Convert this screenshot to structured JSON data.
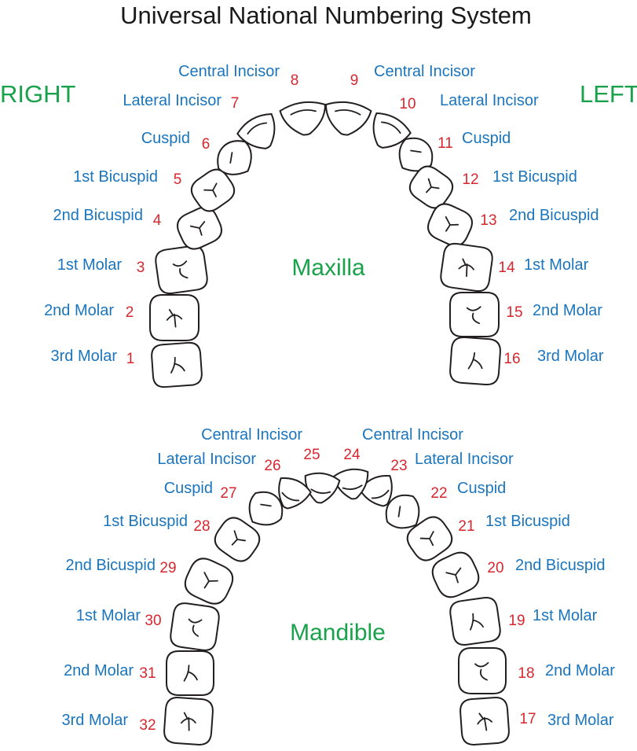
{
  "title": "Universal National Numbering System",
  "sides": {
    "right": "RIGHT",
    "left": "LEFT"
  },
  "arches": {
    "upper": "Maxilla",
    "lower": "Mandible"
  },
  "colors": {
    "name": "#1b75bc",
    "number": "#d7262e",
    "green": "#1aa14b",
    "outline": "#231f20",
    "title": "#1a1a1a"
  },
  "teeth": [
    {
      "number": "1",
      "name": "3rd Molar"
    },
    {
      "number": "2",
      "name": "2nd Molar"
    },
    {
      "number": "3",
      "name": "1st Molar"
    },
    {
      "number": "4",
      "name": "2nd Bicuspid"
    },
    {
      "number": "5",
      "name": "1st Bicuspid"
    },
    {
      "number": "6",
      "name": "Cuspid"
    },
    {
      "number": "7",
      "name": "Lateral Incisor"
    },
    {
      "number": "8",
      "name": "Central Incisor"
    },
    {
      "number": "9",
      "name": "Central Incisor"
    },
    {
      "number": "10",
      "name": "Lateral Incisor"
    },
    {
      "number": "11",
      "name": "Cuspid"
    },
    {
      "number": "12",
      "name": "1st Bicuspid"
    },
    {
      "number": "13",
      "name": "2nd Bicuspid"
    },
    {
      "number": "14",
      "name": "1st Molar"
    },
    {
      "number": "15",
      "name": "2nd Molar"
    },
    {
      "number": "16",
      "name": "3rd Molar"
    },
    {
      "number": "17",
      "name": "3rd Molar"
    },
    {
      "number": "18",
      "name": "2nd Molar"
    },
    {
      "number": "19",
      "name": "1st Molar"
    },
    {
      "number": "20",
      "name": "2nd Bicuspid"
    },
    {
      "number": "21",
      "name": "1st Bicuspid"
    },
    {
      "number": "22",
      "name": "Cuspid"
    },
    {
      "number": "23",
      "name": "Lateral Incisor"
    },
    {
      "number": "24",
      "name": "Central Incisor"
    },
    {
      "number": "25",
      "name": "Central Incisor"
    },
    {
      "number": "26",
      "name": "Lateral Incisor"
    },
    {
      "number": "27",
      "name": "Cuspid"
    },
    {
      "number": "28",
      "name": "1st Bicuspid"
    },
    {
      "number": "29",
      "name": "2nd Bicuspid"
    },
    {
      "number": "30",
      "name": "1st Molar"
    },
    {
      "number": "31",
      "name": "2nd Molar"
    },
    {
      "number": "32",
      "name": "3rd Molar"
    }
  ]
}
